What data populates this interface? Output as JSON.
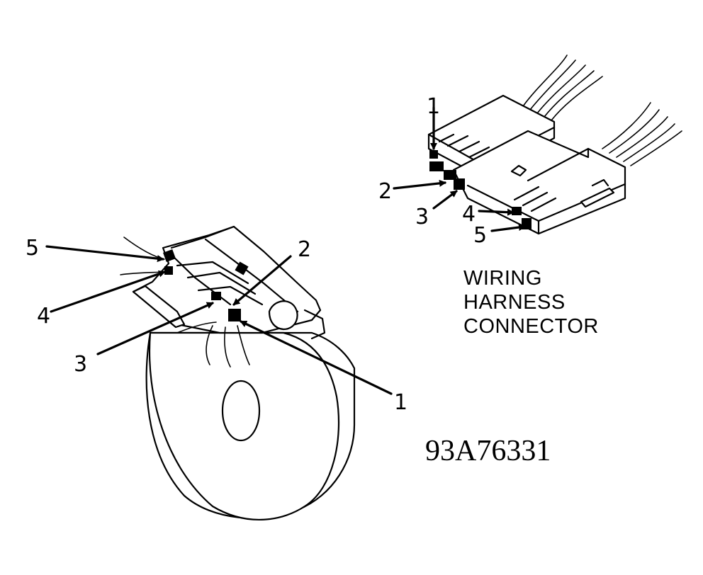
{
  "caption": {
    "line1": "WIRING",
    "line2": "HARNESS",
    "line3": "CONNECTOR"
  },
  "figure_id": "93A76331",
  "connector_callouts": [
    "1",
    "2",
    "3",
    "4",
    "5"
  ],
  "switch_callouts": [
    "1",
    "2",
    "3",
    "4",
    "5"
  ]
}
